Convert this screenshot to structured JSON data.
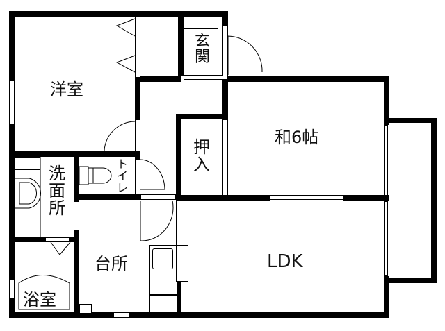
{
  "floor_plan": {
    "rooms": {
      "western_room": "洋室",
      "entrance": "玄関",
      "japanese_room": "和6帖",
      "closet": "押入",
      "washroom": "洗面所",
      "toilet": "トイレ",
      "kitchen": "台所",
      "bathroom": "浴室",
      "ldk": "LDK"
    },
    "colors": {
      "wall": "#000000",
      "background": "#ffffff"
    }
  }
}
